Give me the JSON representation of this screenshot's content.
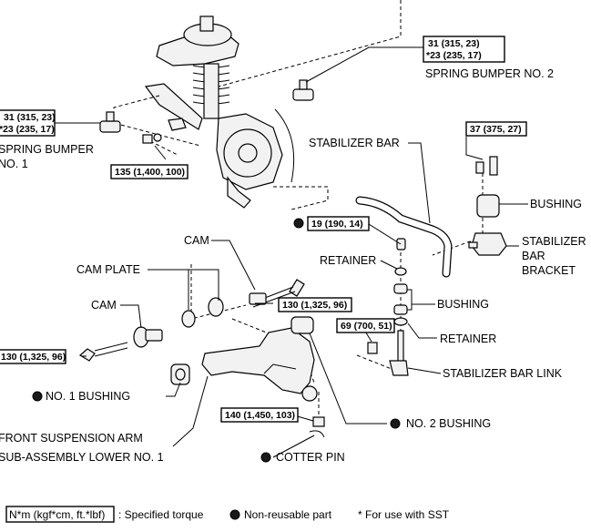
{
  "torque_boxes": {
    "spring_bumper_2": [
      "31 (315, 23)",
      "*23 (235, 17)"
    ],
    "spring_bumper_1": [
      "31 (315, 23)",
      "*23 (235, 17)"
    ],
    "knuckle_nut": "135 (1,400, 100)",
    "stab_bracket_bolt": "37 (375, 27)",
    "retainer_nut": "19 (190, 14)",
    "cam_bolt_front": "130 (1,325, 96)",
    "cam_bolt_rear": "130 (1,325, 96)",
    "link_nut": "69 (700, 51)",
    "ball_joint_nut": "140 (1,450, 103)"
  },
  "labels": {
    "spring_bumper_2": "SPRING BUMPER NO. 2",
    "spring_bumper_1_line1": "SPRING BUMPER",
    "spring_bumper_1_line2": "NO. 1",
    "stabilizer_bar": "STABILIZER BAR",
    "bushing_top": "BUSHING",
    "stab_bar_bracket_1": "STABILIZER",
    "stab_bar_bracket_2": "BAR",
    "stab_bar_bracket_3": "BRACKET",
    "cam_top": "CAM",
    "retainer_top": "RETAINER",
    "cam_plate": "CAM PLATE",
    "cam_left": "CAM",
    "bushing_mid": "BUSHING",
    "retainer_bottom": "RETAINER",
    "stab_bar_link": "STABILIZER BAR LINK",
    "no1_bushing": "NO. 1 BUSHING",
    "no2_bushing": "NO. 2 BUSHING",
    "arm_line1": "FRONT SUSPENSION ARM",
    "arm_line2": "SUB-ASSEMBLY LOWER NO. 1",
    "cotter_pin": "COTTER PIN"
  },
  "legend": {
    "unit_box": "N*m (kgf*cm, ft.*lbf)",
    "unit_text": ": Specified torque",
    "non_reusable": "Non-reusable part",
    "sst_note": "* For use with SST"
  }
}
